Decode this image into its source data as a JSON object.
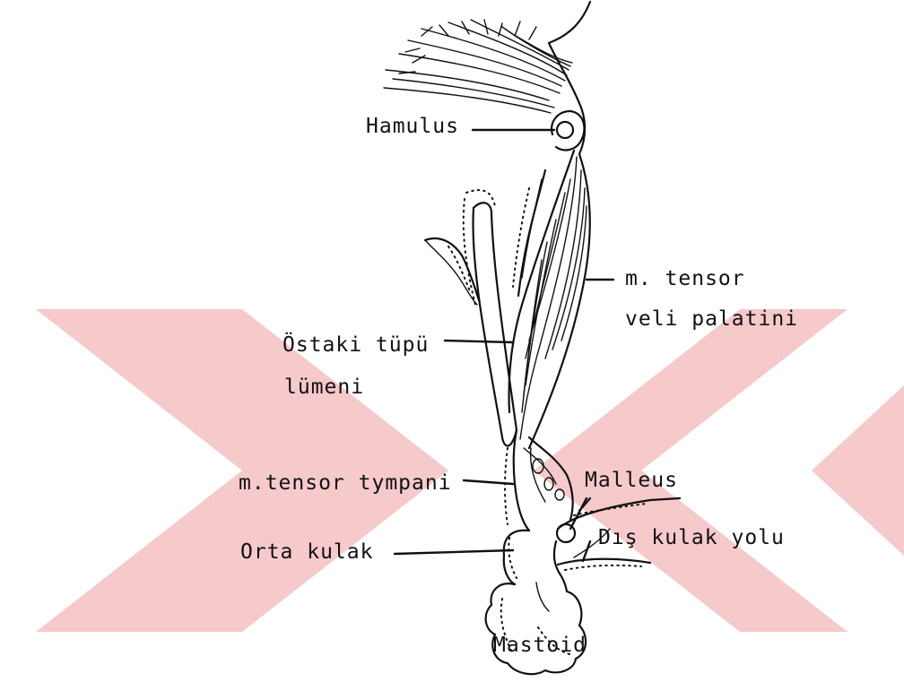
{
  "watermark": {
    "color": "#f6c9cb"
  },
  "labels": {
    "hamulus": "Hamulus",
    "tensor_veli_line1": "m. tensor",
    "tensor_veli_line2": "veli palatini",
    "ostaki_line1": "Östaki tüpü",
    "ostaki_line2": "lümeni",
    "tensor_tympani": "m.tensor tympani",
    "malleus": "Malleus",
    "orta_kulak": "Orta kulak",
    "dis_kulak_yolu": "Dış kulak yolu",
    "mastoid": "Mastoid"
  }
}
